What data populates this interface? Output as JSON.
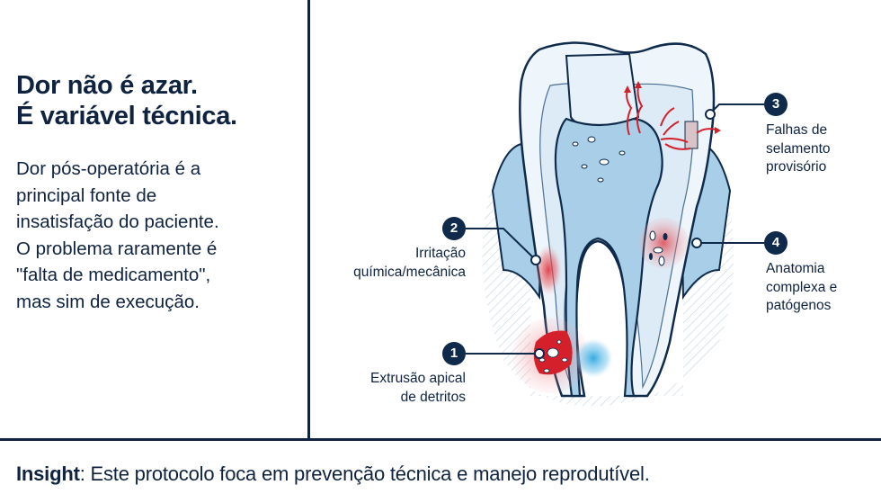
{
  "left_panel": {
    "headline": [
      "Dor não é azar.",
      "É variável técnica."
    ],
    "body": [
      "Dor pós-operatória é a",
      "principal fonte de",
      "insatisfação do paciente.",
      "O problema raramente é",
      "\"falta de medicamento\",",
      "mas sim de execução."
    ]
  },
  "diagram": {
    "subject": "tooth-cross-section",
    "callouts": [
      {
        "number": "1",
        "lines": [
          "Extrusão apical",
          "de detritos"
        ]
      },
      {
        "number": "2",
        "lines": [
          "Irritação",
          "química/mecânica"
        ]
      },
      {
        "number": "3",
        "lines": [
          "Falhas de",
          "selamento",
          "provisório"
        ]
      },
      {
        "number": "4",
        "lines": [
          "Anatomia",
          "complexa e",
          "patógenos"
        ]
      }
    ],
    "colors": {
      "outline": "#0f2a4a",
      "tooth_fill": "#dcebf6",
      "pulp_fill": "#a9cfe8",
      "inflammation_red": "#e0242e",
      "cold_blue": "#3fb2e6",
      "badge_bg": "#0f2a4a"
    }
  },
  "footer": {
    "insight_label": "Insight",
    "insight_text": ": Este protocolo foca em prevenção técnica e manejo reprodutível."
  },
  "colors": {
    "text_primary": "#0f2340",
    "divider": "#0f2340",
    "background": "#ffffff"
  }
}
